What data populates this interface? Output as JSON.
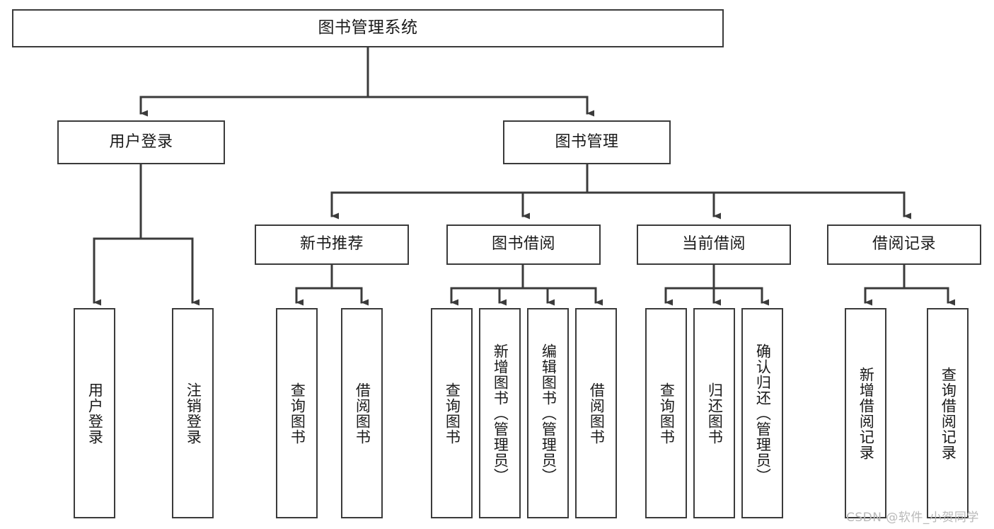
{
  "diagram": {
    "title": "图书管理系统",
    "type": "功能结构图",
    "orientation": "top-down-tree",
    "colors": {
      "stroke": "#3b3b3b",
      "fill": "#ffffff",
      "text": "#1a1a1a",
      "watermark": "#b9b9b9"
    },
    "watermark": "CSDN @软件_小贺同学"
  },
  "nodes": {
    "root": {
      "label": "图书管理系统",
      "level": 1
    },
    "level2": [
      {
        "id": "user-login",
        "label": "用户登录"
      },
      {
        "id": "book-management",
        "label": "图书管理"
      }
    ],
    "level3": [
      {
        "id": "new-book-recommend",
        "label": "新书推荐",
        "parent": "book-management"
      },
      {
        "id": "book-borrow",
        "label": "图书借阅",
        "parent": "book-management"
      },
      {
        "id": "current-borrow",
        "label": "当前借阅",
        "parent": "book-management"
      },
      {
        "id": "borrow-record",
        "label": "借阅记录",
        "parent": "book-management"
      }
    ],
    "leaves": [
      {
        "id": "leaf-user-login",
        "label": "用户登录",
        "parent": "user-login"
      },
      {
        "id": "leaf-logout-login",
        "label": "注销登录",
        "parent": "user-login"
      },
      {
        "id": "leaf-query-book-1",
        "label": "查询图书",
        "parent": "new-book-recommend"
      },
      {
        "id": "leaf-borrow-book-1",
        "label": "借阅图书",
        "parent": "new-book-recommend"
      },
      {
        "id": "leaf-query-book-2",
        "label": "查询图书",
        "parent": "book-borrow"
      },
      {
        "id": "leaf-add-book",
        "label": "新增图书（管理员）",
        "parent": "book-borrow"
      },
      {
        "id": "leaf-edit-book",
        "label": "编辑图书（管理员）",
        "parent": "book-borrow"
      },
      {
        "id": "leaf-borrow-book-2",
        "label": "借阅图书",
        "parent": "book-borrow"
      },
      {
        "id": "leaf-query-book-3",
        "label": "查询图书",
        "parent": "current-borrow"
      },
      {
        "id": "leaf-return-book",
        "label": "归还图书",
        "parent": "current-borrow"
      },
      {
        "id": "leaf-confirm-return",
        "label": "确认归还（管理员）",
        "parent": "current-borrow"
      },
      {
        "id": "leaf-add-record",
        "label": "新增借阅记录",
        "parent": "borrow-record"
      },
      {
        "id": "leaf-query-record",
        "label": "查询借阅记录",
        "parent": "borrow-record"
      }
    ]
  }
}
